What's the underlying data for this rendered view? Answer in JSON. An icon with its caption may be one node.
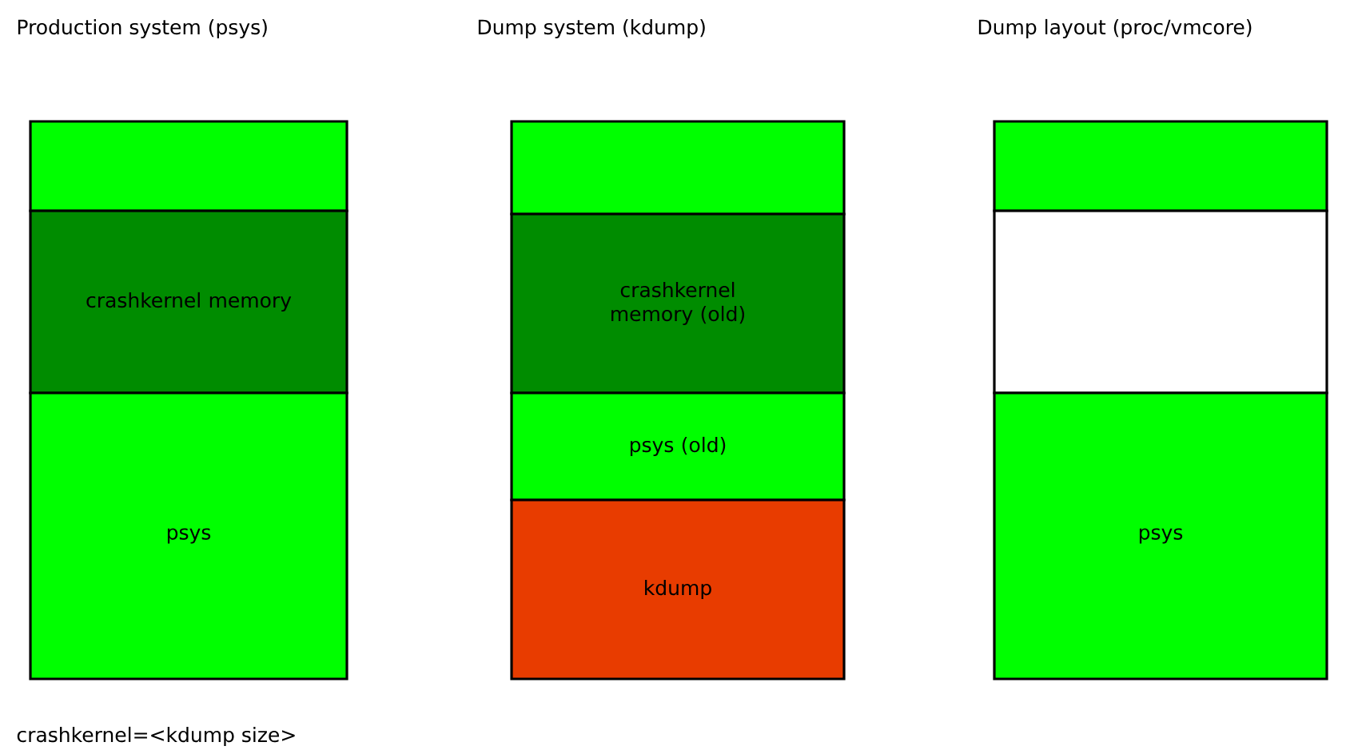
{
  "diagram": {
    "nodes": [
      {
        "text": [],
        "shape": "box"
      },
      {
        "text": [
          "crashkernel memory"
        ]
      },
      {
        "text": [
          "psys"
        ]
      },
      {
        "text": [],
        "shape": "box"
      },
      {
        "text": [
          "crashkernel memory (old)"
        ]
      },
      {
        "text": [
          "psys (old)"
        ]
      },
      {
        "text": [
          "kdump"
        ]
      },
      {
        "text": [],
        "shape": "box"
      },
      {
        "text": [],
        "shape": "box"
      },
      {
        "text": [
          "psys"
        ]
      }
    ],
    "edges": [],
    "labels": [
      "Production system (psys)",
      "Dump system (kdump)",
      "Dump layout (proc/vmcore)",
      "crashkernel=<kdump size>"
    ]
  }
}
